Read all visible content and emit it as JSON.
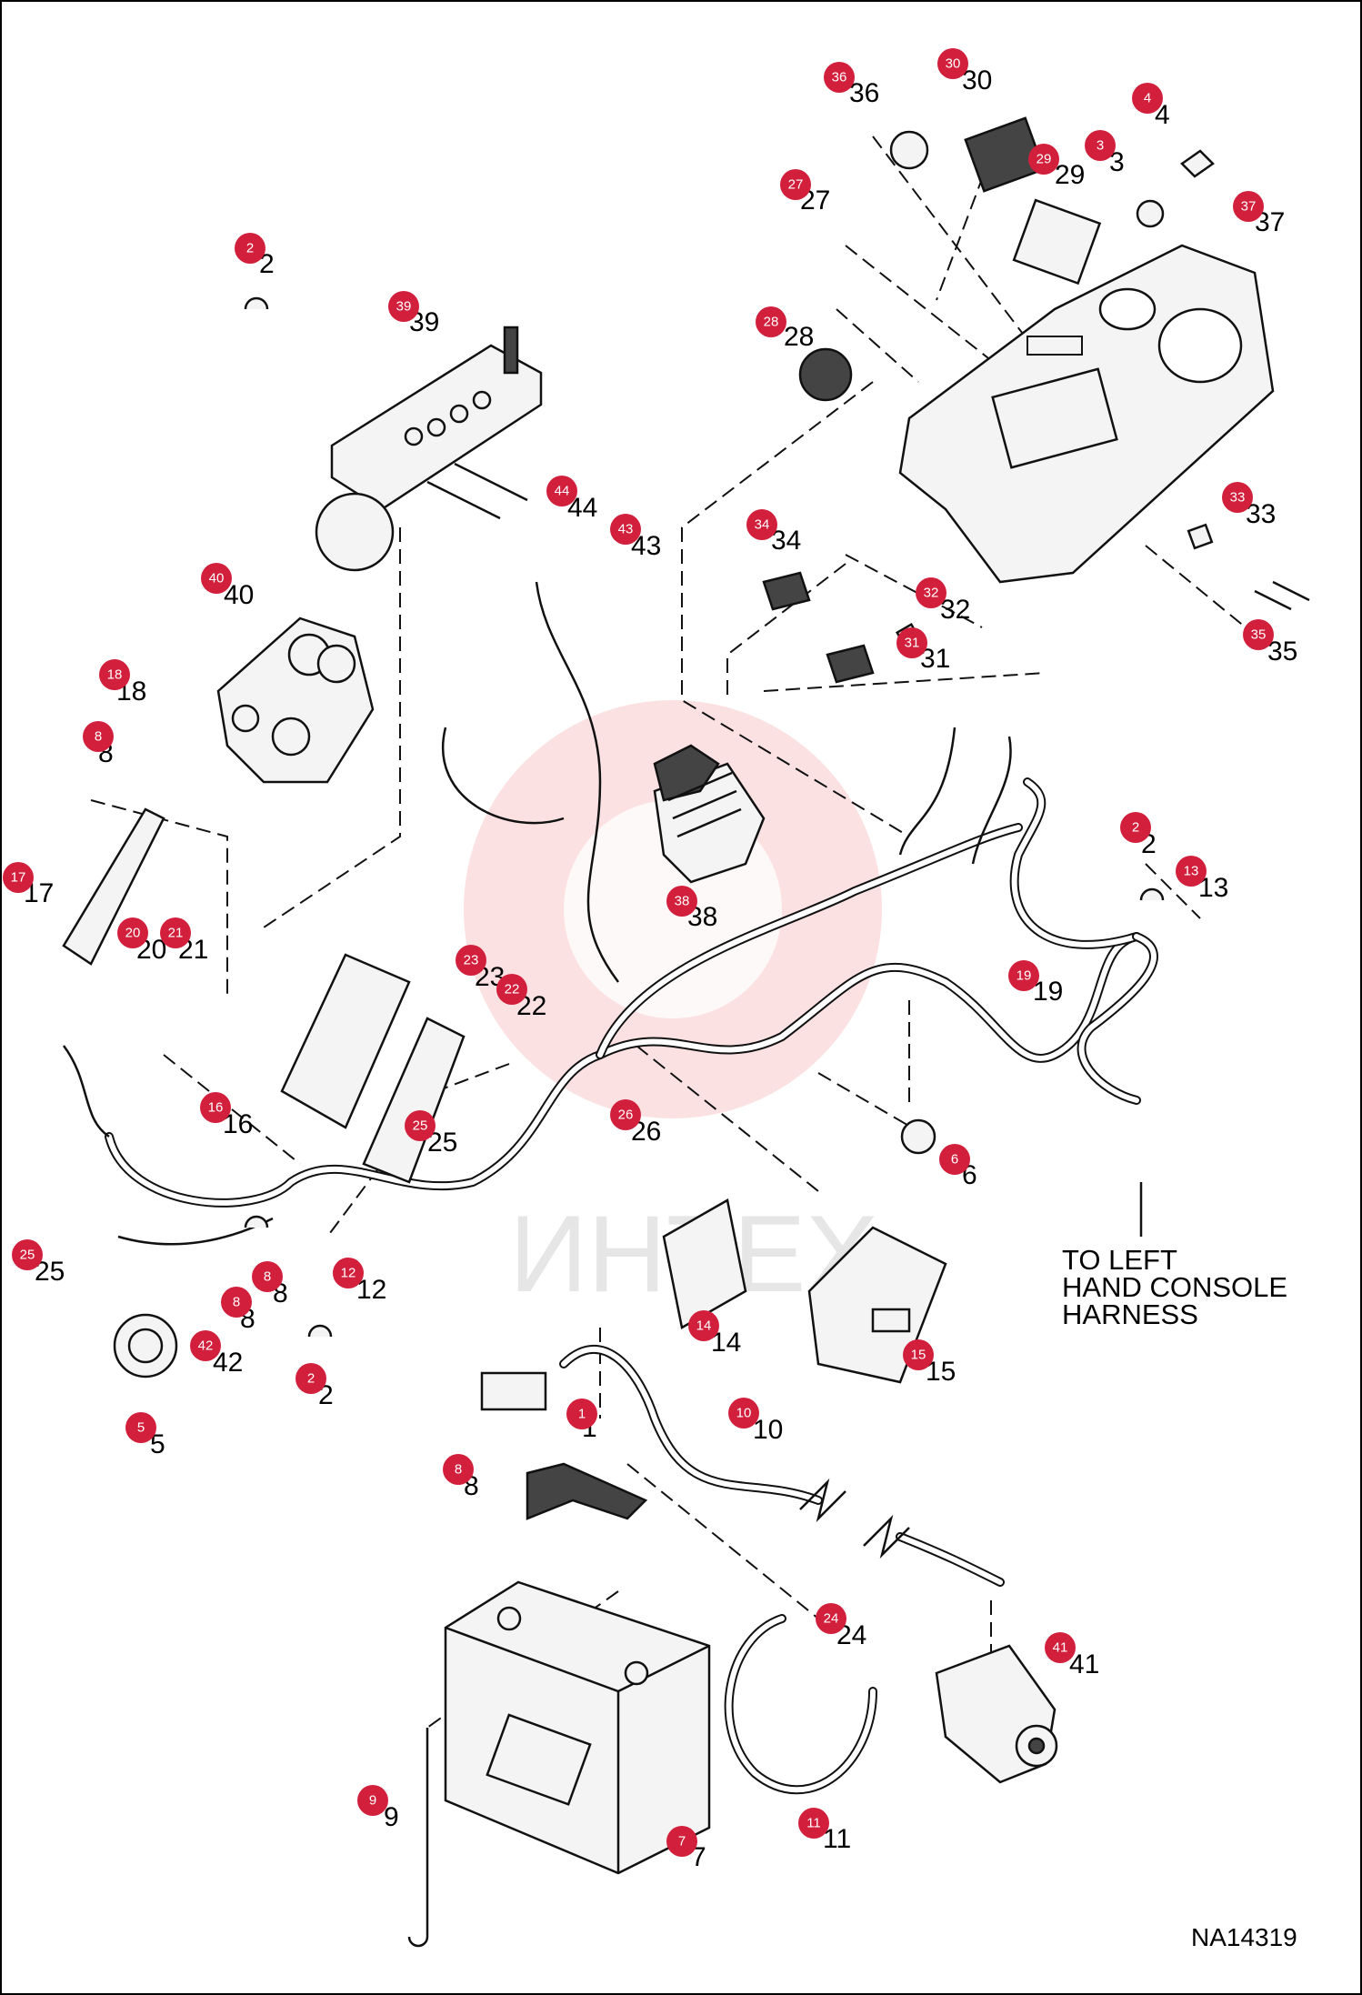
{
  "diagram": {
    "callouts": [
      {
        "id": "1",
        "label": "1"
      },
      {
        "id": "2",
        "label": "2"
      },
      {
        "id": "3",
        "label": "3"
      },
      {
        "id": "4",
        "label": "4"
      },
      {
        "id": "5",
        "label": "5"
      },
      {
        "id": "6",
        "label": "6"
      },
      {
        "id": "7",
        "label": "7"
      },
      {
        "id": "8",
        "label": "8"
      },
      {
        "id": "9",
        "label": "9"
      },
      {
        "id": "10",
        "label": "10"
      },
      {
        "id": "11",
        "label": "11"
      },
      {
        "id": "12",
        "label": "12"
      },
      {
        "id": "13",
        "label": "13"
      },
      {
        "id": "14",
        "label": "14"
      },
      {
        "id": "15",
        "label": "15"
      },
      {
        "id": "16",
        "label": "16"
      },
      {
        "id": "17",
        "label": "17"
      },
      {
        "id": "18",
        "label": "18"
      },
      {
        "id": "19",
        "label": "19"
      },
      {
        "id": "20",
        "label": "20"
      },
      {
        "id": "21",
        "label": "21"
      },
      {
        "id": "22",
        "label": "22"
      },
      {
        "id": "23",
        "label": "23"
      },
      {
        "id": "24",
        "label": "24"
      },
      {
        "id": "25",
        "label": "25"
      },
      {
        "id": "26",
        "label": "26"
      },
      {
        "id": "27",
        "label": "27"
      },
      {
        "id": "28",
        "label": "28"
      },
      {
        "id": "29",
        "label": "29"
      },
      {
        "id": "30",
        "label": "30"
      },
      {
        "id": "31",
        "label": "31"
      },
      {
        "id": "32",
        "label": "32"
      },
      {
        "id": "33",
        "label": "33"
      },
      {
        "id": "34",
        "label": "34"
      },
      {
        "id": "35",
        "label": "35"
      },
      {
        "id": "36",
        "label": "36"
      },
      {
        "id": "37",
        "label": "37"
      },
      {
        "id": "38",
        "label": "38"
      },
      {
        "id": "39",
        "label": "39"
      },
      {
        "id": "40",
        "label": "40"
      },
      {
        "id": "41",
        "label": "41"
      },
      {
        "id": "42",
        "label": "42"
      },
      {
        "id": "43",
        "label": "43"
      },
      {
        "id": "44",
        "label": "44"
      }
    ],
    "note_lines": [
      "TO LEFT",
      "HAND CONSOLE",
      "HARNESS"
    ],
    "reference_code": "NA14319",
    "watermark_text": "ИНТЕХ",
    "colors": {
      "badge": "#d21f3c",
      "watermark": "#f7c9c9",
      "line": "#111111"
    }
  }
}
